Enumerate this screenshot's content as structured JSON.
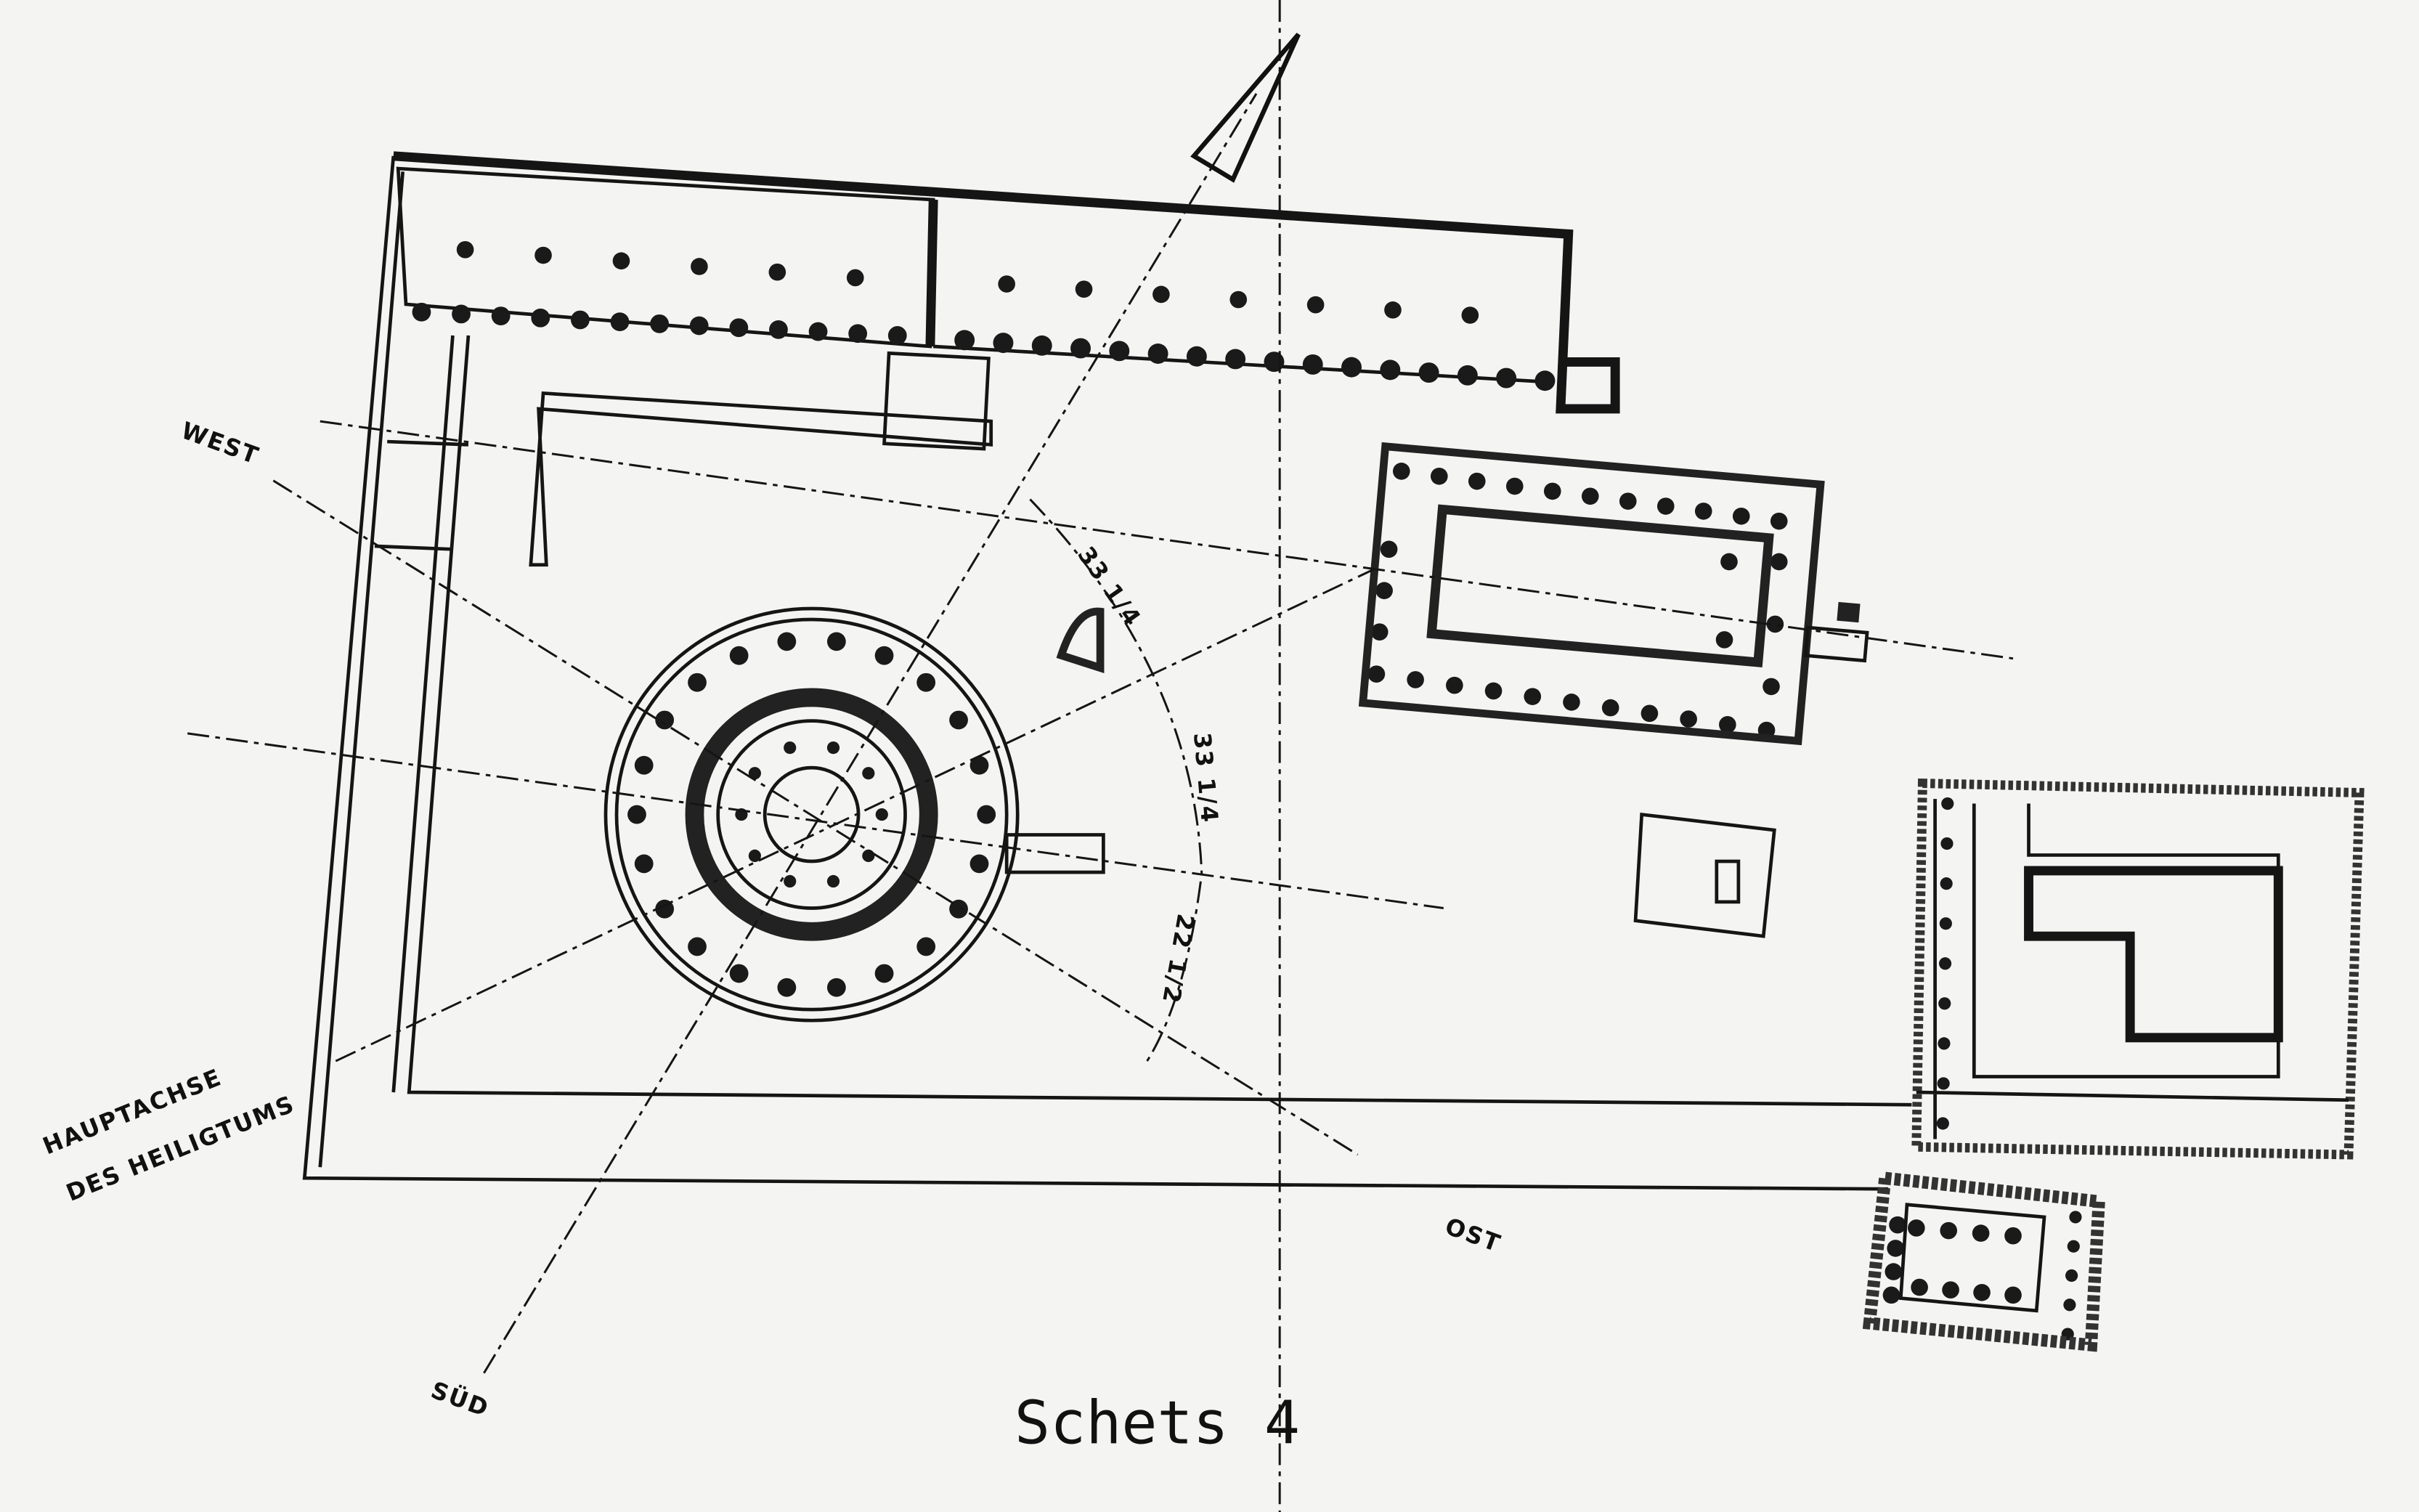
{
  "caption": "Schets 4",
  "labels": {
    "west": "WEST",
    "ost": "OST",
    "sud": "SÜD",
    "hauptachse_line1": "HAUPTACHSE",
    "hauptachse_line2": "DES HEILIGTUMS",
    "angle1": "33 1/4",
    "angle2": "33 1/4",
    "angle3": "22 1/2"
  },
  "colors": {
    "ink": "#151515",
    "paper": "#f4f4f2"
  }
}
